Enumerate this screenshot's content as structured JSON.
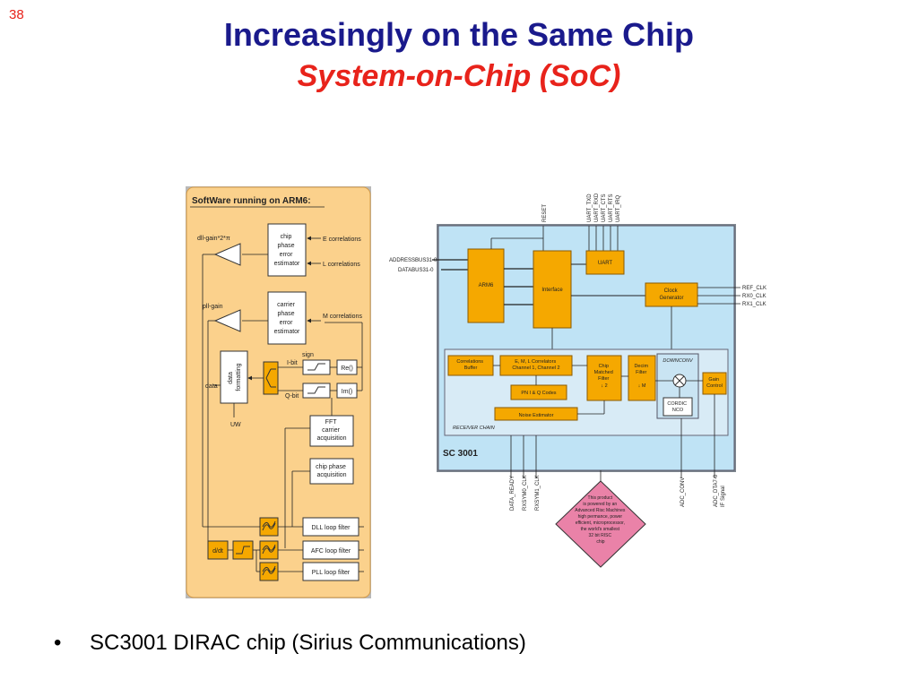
{
  "slide": {
    "number": "38",
    "title": "Increasingly on the Same Chip",
    "subtitle": "System-on-Chip (SoC)",
    "bullet_marker": "•",
    "bullet": "SC3001 DIRAC chip (Sirius Communications)"
  },
  "colors": {
    "title": "#1a1a8c",
    "subtitle": "#e8231b",
    "panel": "#fbd18c",
    "chip_bg": "#bfe3f5",
    "block": "#f5a800",
    "badge": "#ea82a8"
  },
  "software_panel": {
    "header": "SoftWare running on ARM6:",
    "chip_phase_error_estimator": [
      "chip",
      "phase",
      "error",
      "estimator"
    ],
    "carrier_phase_error_estimator": [
      "carrier",
      "phase",
      "error",
      "estimator"
    ],
    "e_correlations": "E correlations",
    "l_correlations": "L correlations",
    "m_correlations": "M correlations",
    "dll_gain": "dll-gain*2*π",
    "pll_gain": "pll-gain",
    "sign": "sign",
    "i_bit": "I-bit",
    "q_bit": "Q-bit",
    "re": "Re()",
    "im": "Im()",
    "data_formatting": [
      "data",
      "formatting"
    ],
    "data": "data",
    "uw": "UW",
    "fft": [
      "FFT",
      "carrier",
      "acquisition"
    ],
    "chip_phase_acq": [
      "chip phase",
      "acquisition"
    ],
    "ddt": "d/dt",
    "dll_loop_filter": "DLL loop filter",
    "afc_loop_filter": "AFC loop filter",
    "pll_loop_filter": "PLL loop filter"
  },
  "chip_diagram": {
    "reset": "RESET",
    "uart_pins": [
      "UART_TXD",
      "UART_RXD",
      "UART_CTS",
      "UART_RTS",
      "UART_IRQ"
    ],
    "address_bus": "ADDRESSBUS31-0",
    "data_bus": "DATABUS31-0",
    "arm6": "ARM6",
    "interface": "Interface",
    "uart": "UART",
    "clock_generator": [
      "Clock",
      "Generator"
    ],
    "ref_clk": "REF_CLK",
    "rx0_clk": "RX0_CLK",
    "rx1_clk": "RX1_CLK",
    "correlations_buffer": [
      "Correlations",
      "Buffer"
    ],
    "correlators": [
      "E, M, L Correlators",
      "Channel 1, Channel 2"
    ],
    "pn_codes": "PN I & Q Codes",
    "chip_matched_filter": [
      "Chip",
      "Matched",
      "Filter",
      "↓  2"
    ],
    "decim_filter": [
      "Decim",
      "Filter",
      "↓  M"
    ],
    "downconv": "DOWNCONV",
    "cordic": [
      "CORDIC",
      "NCO"
    ],
    "gain_control": [
      "Gain",
      "Control"
    ],
    "noise_estimator": "Noise Estimator",
    "receiver_chain": "RECEIVER CHAIN",
    "sc3001": "SC 3001",
    "bottom_pins": [
      "DATA_READY",
      "RXSYM0_CLK",
      "RXSYM1_CLK"
    ],
    "adc_conv": "ADC_CONV",
    "adc_data": [
      "ADC_DTA7-0",
      "IF Signal"
    ],
    "badge": [
      "This product",
      "is powered by an",
      "Advanced Risc Machines",
      "high permance, power",
      "efficient, microprocessor,",
      "the world's smallest",
      "32 bit RISC",
      "chip"
    ]
  }
}
